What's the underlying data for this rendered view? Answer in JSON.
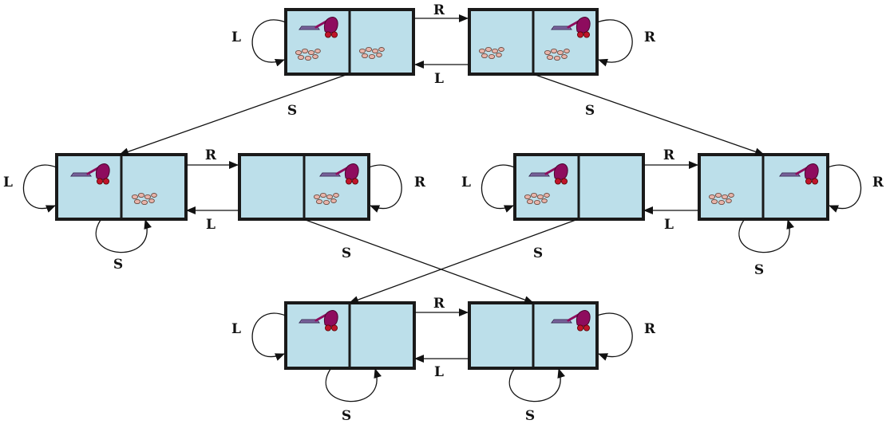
{
  "diagram": {
    "action_labels": {
      "right": "R",
      "left": "L",
      "suck": "S"
    },
    "colors": {
      "cell_fill": "#bcdfea",
      "frame": "#1a1a1a",
      "vacuum_body": "#8e0c5e",
      "vacuum_wheels": "#c0142a",
      "vacuum_nozzle": "#8a73b0",
      "dirt": "#e8b4aa",
      "dirt_outline": "#6a4a40",
      "arrow": "#111111"
    },
    "icons": [
      "vacuum-icon",
      "dirt-icon"
    ],
    "states": [
      {
        "id": 1,
        "vacuum": "left",
        "dirt_left": true,
        "dirt_right": true
      },
      {
        "id": 2,
        "vacuum": "right",
        "dirt_left": true,
        "dirt_right": true
      },
      {
        "id": 3,
        "vacuum": "left",
        "dirt_left": false,
        "dirt_right": true
      },
      {
        "id": 4,
        "vacuum": "right",
        "dirt_left": false,
        "dirt_right": true
      },
      {
        "id": 5,
        "vacuum": "left",
        "dirt_left": true,
        "dirt_right": false
      },
      {
        "id": 6,
        "vacuum": "right",
        "dirt_left": true,
        "dirt_right": false
      },
      {
        "id": 7,
        "vacuum": "left",
        "dirt_left": false,
        "dirt_right": false
      },
      {
        "id": 8,
        "vacuum": "right",
        "dirt_left": false,
        "dirt_right": false
      }
    ],
    "transitions": [
      {
        "from": 1,
        "to": 2,
        "action": "R"
      },
      {
        "from": 2,
        "to": 1,
        "action": "L"
      },
      {
        "from": 1,
        "to": 1,
        "action": "L"
      },
      {
        "from": 2,
        "to": 2,
        "action": "R"
      },
      {
        "from": 1,
        "to": 3,
        "action": "S"
      },
      {
        "from": 2,
        "to": 6,
        "action": "S"
      },
      {
        "from": 3,
        "to": 4,
        "action": "R"
      },
      {
        "from": 4,
        "to": 3,
        "action": "L"
      },
      {
        "from": 3,
        "to": 3,
        "action": "L"
      },
      {
        "from": 4,
        "to": 4,
        "action": "R"
      },
      {
        "from": 3,
        "to": 3,
        "action": "S"
      },
      {
        "from": 4,
        "to": 8,
        "action": "S"
      },
      {
        "from": 5,
        "to": 6,
        "action": "R"
      },
      {
        "from": 6,
        "to": 5,
        "action": "L"
      },
      {
        "from": 5,
        "to": 5,
        "action": "L"
      },
      {
        "from": 6,
        "to": 6,
        "action": "R"
      },
      {
        "from": 6,
        "to": 6,
        "action": "S"
      },
      {
        "from": 5,
        "to": 7,
        "action": "S"
      },
      {
        "from": 7,
        "to": 8,
        "action": "R"
      },
      {
        "from": 8,
        "to": 7,
        "action": "L"
      },
      {
        "from": 7,
        "to": 7,
        "action": "L"
      },
      {
        "from": 8,
        "to": 8,
        "action": "R"
      },
      {
        "from": 7,
        "to": 7,
        "action": "S"
      },
      {
        "from": 8,
        "to": 8,
        "action": "S"
      }
    ]
  }
}
